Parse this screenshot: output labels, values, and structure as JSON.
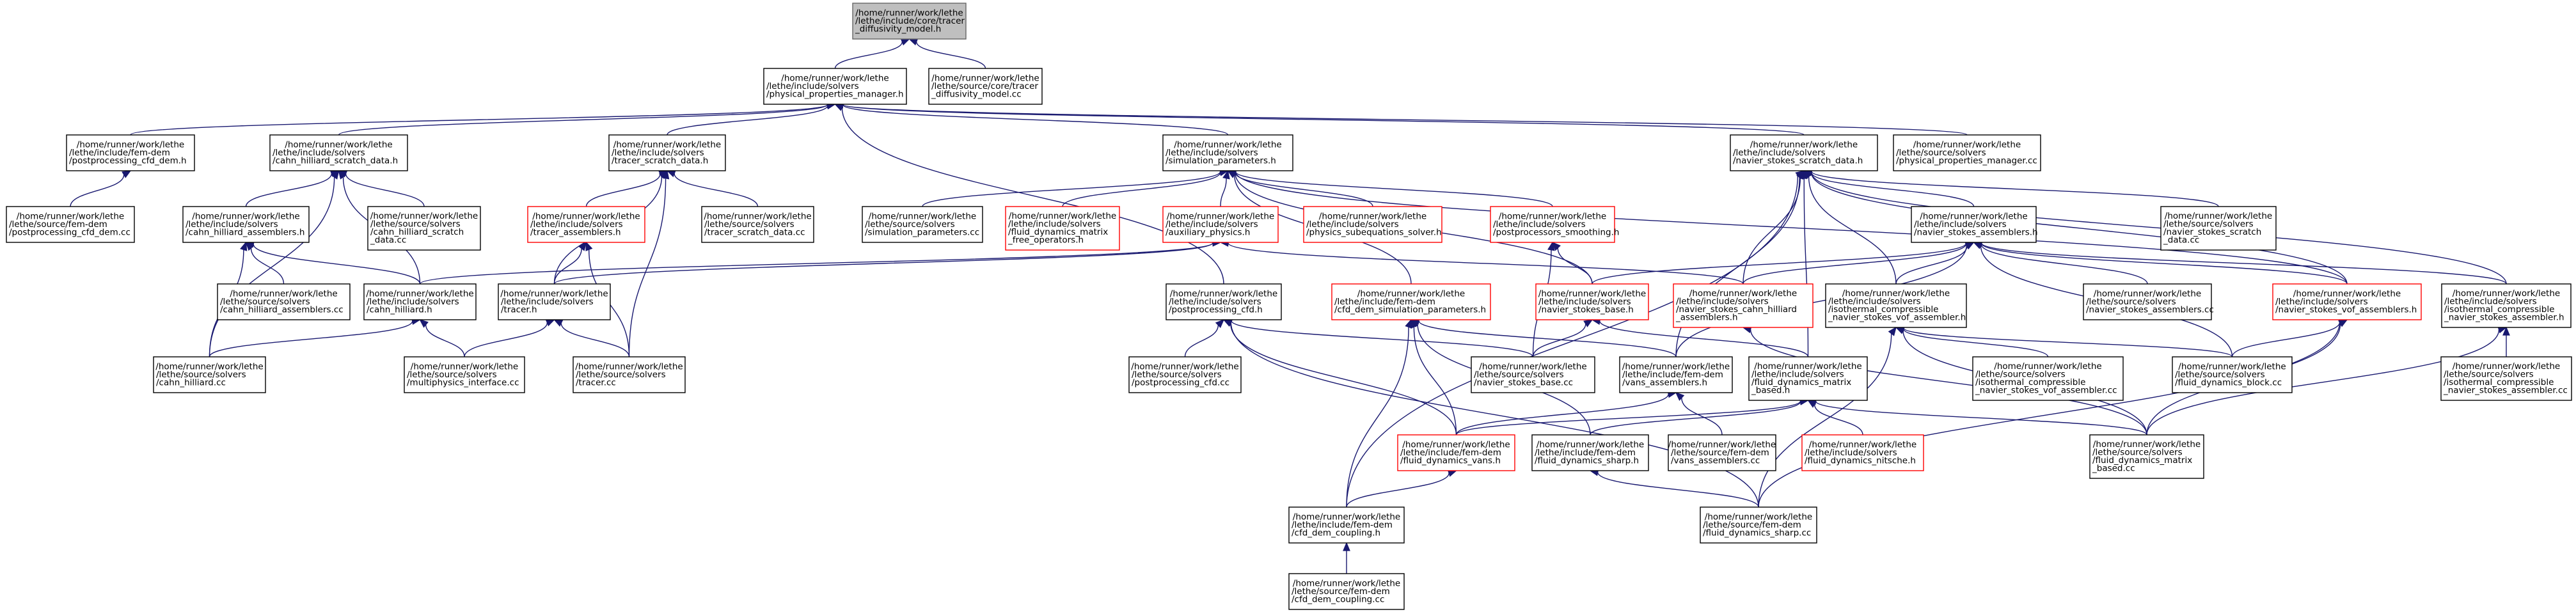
{
  "nodes": [
    {
      "id": "diff_h",
      "lines": [
        "/home/runner/work/lethe",
        "/lethe/include/core/tracer",
        "_diffusivity_model.h"
      ],
      "root": true
    },
    {
      "id": "ppm_h",
      "lines": [
        "/home/runner/work/lethe",
        "/lethe/include/solvers",
        "/physical_properties_manager.h"
      ]
    },
    {
      "id": "tracer_diff_cc",
      "lines": [
        "/home/runner/work/lethe",
        "/lethe/source/core/tracer",
        "_diffusivity_model.cc"
      ]
    },
    {
      "id": "post_dem_h",
      "lines": [
        "/home/runner/work/lethe",
        "/lethe/include/fem-dem",
        "/postprocessing_cfd_dem.h"
      ]
    },
    {
      "id": "ch_scratch_h",
      "lines": [
        "/home/runner/work/lethe",
        "/lethe/include/solvers",
        "/cahn_hilliard_scratch_data.h"
      ]
    },
    {
      "id": "tr_scratch_h",
      "lines": [
        "/home/runner/work/lethe",
        "/lethe/include/solvers",
        "/tracer_scratch_data.h"
      ]
    },
    {
      "id": "sim_params_h",
      "lines": [
        "/home/runner/work/lethe",
        "/lethe/include/solvers",
        "/simulation_parameters.h"
      ]
    },
    {
      "id": "ns_scratch_h",
      "lines": [
        "/home/runner/work/lethe",
        "/lethe/include/solvers",
        "/navier_stokes_scratch_data.h"
      ]
    },
    {
      "id": "ppm_cc",
      "lines": [
        "/home/runner/work/lethe",
        "/lethe/source/solvers",
        "/physical_properties_manager.cc"
      ]
    },
    {
      "id": "post_dem_cc",
      "lines": [
        "/home/runner/work/lethe",
        "/lethe/source/fem-dem",
        "/postprocessing_cfd_dem.cc"
      ]
    },
    {
      "id": "ch_asm_h",
      "lines": [
        "/home/runner/work/lethe",
        "/lethe/include/solvers",
        "/cahn_hilliard_assemblers.h"
      ]
    },
    {
      "id": "ch_scratch_cc",
      "lines": [
        "/home/runner/work/lethe",
        "/lethe/source/solvers",
        "/cahn_hilliard_scratch",
        "_data.cc"
      ]
    },
    {
      "id": "tr_asm_h",
      "lines": [
        "/home/runner/work/lethe",
        "/lethe/include/solvers",
        "/tracer_assemblers.h"
      ],
      "red": true
    },
    {
      "id": "tr_scratch_cc",
      "lines": [
        "/home/runner/work/lethe",
        "/lethe/source/solvers",
        "/tracer_scratch_data.cc"
      ]
    },
    {
      "id": "sim_params_cc",
      "lines": [
        "/home/runner/work/lethe",
        "/lethe/source/solvers",
        "/simulation_parameters.cc"
      ]
    },
    {
      "id": "fd_mfo_h",
      "lines": [
        "/home/runner/work/lethe",
        "/lethe/include/solvers",
        "/fluid_dynamics_matrix",
        "_free_operators.h"
      ],
      "red": true
    },
    {
      "id": "aux_phys_h",
      "lines": [
        "/home/runner/work/lethe",
        "/lethe/include/solvers",
        "/auxiliary_physics.h"
      ],
      "red": true
    },
    {
      "id": "phys_sub_h",
      "lines": [
        "/home/runner/work/lethe",
        "/lethe/include/solvers",
        "/physics_subequations_solver.h"
      ],
      "red": true
    },
    {
      "id": "pp_smooth_h",
      "lines": [
        "/home/runner/work/lethe",
        "/lethe/include/solvers",
        "/postprocessors_smoothing.h"
      ],
      "red": true
    },
    {
      "id": "ns_asm_h",
      "lines": [
        "/home/runner/work/lethe",
        "/lethe/include/solvers",
        "/navier_stokes_assemblers.h"
      ]
    },
    {
      "id": "ns_scratch_cc",
      "lines": [
        "/home/runner/work/lethe",
        "/lethe/source/solvers",
        "/navier_stokes_scratch",
        "_data.cc"
      ]
    },
    {
      "id": "ch_asm_cc",
      "lines": [
        "/home/runner/work/lethe",
        "/lethe/source/solvers",
        "/cahn_hilliard_assemblers.cc"
      ]
    },
    {
      "id": "ch_h",
      "lines": [
        "/home/runner/work/lethe",
        "/lethe/include/solvers",
        "/cahn_hilliard.h"
      ]
    },
    {
      "id": "tracer_h",
      "lines": [
        "/home/runner/work/lethe",
        "/lethe/include/solvers",
        "/tracer.h"
      ]
    },
    {
      "id": "post_cfd_h",
      "lines": [
        "/home/runner/work/lethe",
        "/lethe/include/solvers",
        "/postprocessing_cfd.h"
      ]
    },
    {
      "id": "cfd_dem_sp_h",
      "lines": [
        "/home/runner/work/lethe",
        "/lethe/include/fem-dem",
        "/cfd_dem_simulation_parameters.h"
      ],
      "red": true
    },
    {
      "id": "ns_base_h",
      "lines": [
        "/home/runner/work/lethe",
        "/lethe/include/solvers",
        "/navier_stokes_base.h"
      ],
      "red": true
    },
    {
      "id": "ns_ch_asm_h",
      "lines": [
        "/home/runner/work/lethe",
        "/lethe/include/solvers",
        "/navier_stokes_cahn_hilliard",
        "_assemblers.h"
      ],
      "red": true
    },
    {
      "id": "iso_vof_h",
      "lines": [
        "/home/runner/work/lethe",
        "/lethe/include/solvers",
        "/isothermal_compressible",
        "_navier_stokes_vof_assembler.h"
      ]
    },
    {
      "id": "ns_asm_cc",
      "lines": [
        "/home/runner/work/lethe",
        "/lethe/source/solvers",
        "/navier_stokes_assemblers.cc"
      ]
    },
    {
      "id": "ns_vof_asm_h",
      "lines": [
        "/home/runner/work/lethe",
        "/lethe/include/solvers",
        "/navier_stokes_vof_assemblers.h"
      ],
      "red": true
    },
    {
      "id": "iso_asm_h",
      "lines": [
        "/home/runner/work/lethe",
        "/lethe/include/solvers",
        "/isothermal_compressible",
        "_navier_stokes_assembler.h"
      ]
    },
    {
      "id": "ch_cc",
      "lines": [
        "/home/runner/work/lethe",
        "/lethe/source/solvers",
        "/cahn_hilliard.cc"
      ]
    },
    {
      "id": "multiphys_cc",
      "lines": [
        "/home/runner/work/lethe",
        "/lethe/source/solvers",
        "/multiphysics_interface.cc"
      ]
    },
    {
      "id": "tracer_cc",
      "lines": [
        "/home/runner/work/lethe",
        "/lethe/source/solvers",
        "/tracer.cc"
      ]
    },
    {
      "id": "post_cfd_cc",
      "lines": [
        "/home/runner/work/lethe",
        "/lethe/source/solvers",
        "/postprocessing_cfd.cc"
      ]
    },
    {
      "id": "ns_base_cc",
      "lines": [
        "/home/runner/work/lethe",
        "/lethe/source/solvers",
        "/navier_stokes_base.cc"
      ]
    },
    {
      "id": "vans_asm_h",
      "lines": [
        "/home/runner/work/lethe",
        "/lethe/include/fem-dem",
        "/vans_assemblers.h"
      ]
    },
    {
      "id": "fd_mb_h",
      "lines": [
        "/home/runner/work/lethe",
        "/lethe/include/solvers",
        "/fluid_dynamics_matrix",
        "_based.h"
      ]
    },
    {
      "id": "iso_vof_cc",
      "lines": [
        "/home/runner/work/lethe",
        "/lethe/source/solvers",
        "/isothermal_compressible",
        "_navier_stokes_vof_assembler.cc"
      ]
    },
    {
      "id": "fd_block_cc",
      "lines": [
        "/home/runner/work/lethe",
        "/lethe/source/solvers",
        "/fluid_dynamics_block.cc"
      ]
    },
    {
      "id": "iso_asm_cc",
      "lines": [
        "/home/runner/work/lethe",
        "/lethe/source/solvers",
        "/isothermal_compressible",
        "_navier_stokes_assembler.cc"
      ]
    },
    {
      "id": "fd_vans_h",
      "lines": [
        "/home/runner/work/lethe",
        "/lethe/include/fem-dem",
        "/fluid_dynamics_vans.h"
      ],
      "red": true
    },
    {
      "id": "fd_sharp_h",
      "lines": [
        "/home/runner/work/lethe",
        "/lethe/include/fem-dem",
        "/fluid_dynamics_sharp.h"
      ]
    },
    {
      "id": "vans_asm_cc",
      "lines": [
        "/home/runner/work/lethe",
        "/lethe/source/fem-dem",
        "/vans_assemblers.cc"
      ]
    },
    {
      "id": "fd_nitsche_h",
      "lines": [
        "/home/runner/work/lethe",
        "/lethe/include/solvers",
        "/fluid_dynamics_nitsche.h"
      ],
      "red": true
    },
    {
      "id": "fd_mb_cc",
      "lines": [
        "/home/runner/work/lethe",
        "/lethe/source/solvers",
        "/fluid_dynamics_matrix",
        "_based.cc"
      ]
    },
    {
      "id": "cfd_dem_coup_h",
      "lines": [
        "/home/runner/work/lethe",
        "/lethe/include/fem-dem",
        "/cfd_dem_coupling.h"
      ]
    },
    {
      "id": "fd_sharp_cc",
      "lines": [
        "/home/runner/work/lethe",
        "/lethe/source/fem-dem",
        "/fluid_dynamics_sharp.cc"
      ]
    },
    {
      "id": "cfd_dem_coup_cc",
      "lines": [
        "/home/runner/work/lethe",
        "/lethe/source/fem-dem",
        "/cfd_dem_coupling.cc"
      ]
    }
  ],
  "edges": [
    [
      "ppm_h",
      "diff_h"
    ],
    [
      "tracer_diff_cc",
      "diff_h"
    ],
    [
      "post_dem_h",
      "ppm_h"
    ],
    [
      "ch_scratch_h",
      "ppm_h"
    ],
    [
      "tr_scratch_h",
      "ppm_h"
    ],
    [
      "sim_params_h",
      "ppm_h"
    ],
    [
      "ns_scratch_h",
      "ppm_h"
    ],
    [
      "ppm_cc",
      "ppm_h"
    ],
    [
      "post_cfd_h",
      "ppm_h"
    ],
    [
      "post_dem_cc",
      "post_dem_h"
    ],
    [
      "ch_asm_h",
      "ch_scratch_h"
    ],
    [
      "ch_scratch_cc",
      "ch_scratch_h"
    ],
    [
      "ch_h",
      "ch_scratch_h"
    ],
    [
      "ch_cc",
      "ch_scratch_h"
    ],
    [
      "tr_asm_h",
      "tr_scratch_h"
    ],
    [
      "tr_scratch_cc",
      "tr_scratch_h"
    ],
    [
      "tracer_h",
      "tr_scratch_h"
    ],
    [
      "tracer_cc",
      "tr_scratch_h"
    ],
    [
      "sim_params_cc",
      "sim_params_h"
    ],
    [
      "fd_mfo_h",
      "sim_params_h"
    ],
    [
      "aux_phys_h",
      "sim_params_h"
    ],
    [
      "phys_sub_h",
      "sim_params_h"
    ],
    [
      "pp_smooth_h",
      "sim_params_h"
    ],
    [
      "cfd_dem_sp_h",
      "sim_params_h"
    ],
    [
      "ns_base_h",
      "sim_params_h"
    ],
    [
      "ns_vof_asm_h",
      "sim_params_h"
    ],
    [
      "ns_asm_h",
      "ns_scratch_h"
    ],
    [
      "ns_scratch_cc",
      "ns_scratch_h"
    ],
    [
      "ns_ch_asm_h",
      "ns_scratch_h"
    ],
    [
      "iso_vof_h",
      "ns_scratch_h"
    ],
    [
      "ns_vof_asm_h",
      "ns_scratch_h"
    ],
    [
      "iso_asm_h",
      "ns_scratch_h"
    ],
    [
      "fd_mb_h",
      "ns_scratch_h"
    ],
    [
      "vans_asm_h",
      "ns_scratch_h"
    ],
    [
      "cfd_dem_coup_h",
      "ns_scratch_h"
    ],
    [
      "ch_asm_cc",
      "ch_asm_h"
    ],
    [
      "ch_h",
      "ch_asm_h"
    ],
    [
      "ch_cc",
      "ch_asm_h"
    ],
    [
      "tracer_h",
      "tr_asm_h"
    ],
    [
      "tracer_cc",
      "tr_asm_h"
    ],
    [
      "ch_h",
      "aux_phys_h"
    ],
    [
      "tracer_h",
      "aux_phys_h"
    ],
    [
      "ns_ch_asm_h",
      "aux_phys_h"
    ],
    [
      "ns_base_h",
      "pp_smooth_h"
    ],
    [
      "ns_base_cc",
      "pp_smooth_h"
    ],
    [
      "ns_ch_asm_h",
      "ns_asm_h"
    ],
    [
      "iso_vof_h",
      "ns_asm_h"
    ],
    [
      "ns_asm_cc",
      "ns_asm_h"
    ],
    [
      "ns_vof_asm_h",
      "ns_asm_h"
    ],
    [
      "iso_asm_h",
      "ns_asm_h"
    ],
    [
      "ns_base_h",
      "ns_asm_h"
    ],
    [
      "fd_block_cc",
      "ns_asm_h"
    ],
    [
      "vans_asm_h",
      "ns_asm_h"
    ],
    [
      "multiphys_cc",
      "ch_h"
    ],
    [
      "ch_cc",
      "ch_h"
    ],
    [
      "multiphys_cc",
      "tracer_h"
    ],
    [
      "tracer_cc",
      "tracer_h"
    ],
    [
      "post_cfd_cc",
      "post_cfd_h"
    ],
    [
      "ns_base_cc",
      "post_cfd_h"
    ],
    [
      "fd_vans_h",
      "post_cfd_h"
    ],
    [
      "fd_sharp_cc",
      "post_cfd_h"
    ],
    [
      "vans_asm_h",
      "cfd_dem_sp_h"
    ],
    [
      "fd_vans_h",
      "cfd_dem_sp_h"
    ],
    [
      "fd_sharp_h",
      "cfd_dem_sp_h"
    ],
    [
      "cfd_dem_coup_h",
      "cfd_dem_sp_h"
    ],
    [
      "ns_base_cc",
      "ns_base_h"
    ],
    [
      "fd_mb_h",
      "ns_base_h"
    ],
    [
      "fd_mb_cc",
      "ns_ch_asm_h"
    ],
    [
      "iso_vof_cc",
      "iso_vof_h"
    ],
    [
      "fd_block_cc",
      "iso_vof_h"
    ],
    [
      "fd_mb_cc",
      "iso_vof_h"
    ],
    [
      "fd_sharp_cc",
      "iso_vof_h"
    ],
    [
      "fd_block_cc",
      "ns_vof_asm_h"
    ],
    [
      "fd_mb_cc",
      "ns_vof_asm_h"
    ],
    [
      "fd_sharp_cc",
      "ns_vof_asm_h"
    ],
    [
      "iso_asm_cc",
      "iso_asm_h"
    ],
    [
      "fd_mb_cc",
      "iso_asm_h"
    ],
    [
      "fd_vans_h",
      "vans_asm_h"
    ],
    [
      "vans_asm_cc",
      "vans_asm_h"
    ],
    [
      "fd_vans_h",
      "fd_mb_h"
    ],
    [
      "fd_sharp_h",
      "fd_mb_h"
    ],
    [
      "fd_nitsche_h",
      "fd_mb_h"
    ],
    [
      "fd_mb_cc",
      "fd_mb_h"
    ],
    [
      "cfd_dem_coup_h",
      "fd_vans_h"
    ],
    [
      "fd_sharp_cc",
      "fd_sharp_h"
    ],
    [
      "cfd_dem_coup_cc",
      "cfd_dem_coup_h"
    ]
  ]
}
